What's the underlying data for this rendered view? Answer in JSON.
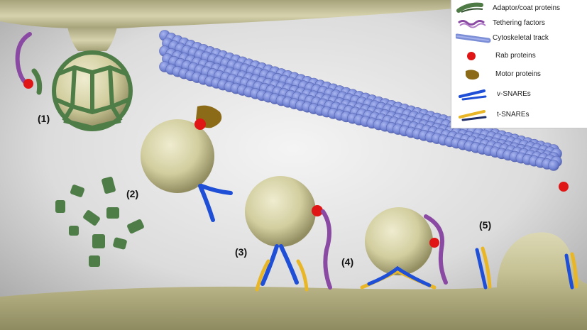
{
  "steps": [
    "(1)",
    "(2)",
    "(3)",
    "(4)",
    "(5)"
  ],
  "legend": [
    {
      "label": "Adaptor/coat proteins",
      "icon": "coat-protein-icon",
      "color": "#4e7a45"
    },
    {
      "label": "Tethering factors",
      "icon": "tether-icon",
      "color": "#8a4aa3"
    },
    {
      "label": "Cytoskeletal track",
      "icon": "track-icon",
      "color": "#7c8fd6"
    },
    {
      "label": "Rab proteins",
      "icon": "rab-icon",
      "color": "#e01515"
    },
    {
      "label": "Motor proteins",
      "icon": "motor-icon",
      "color": "#8b6a18"
    },
    {
      "label": "v-SNAREs",
      "icon": "v-snare-icon",
      "color": "#1f4fd6"
    },
    {
      "label": "t-SNAREs",
      "icon": "t-snare-icon",
      "color": "#e8b626"
    }
  ],
  "colors": {
    "membrane": "#cdc9a3",
    "background": "#f2f2f2"
  }
}
